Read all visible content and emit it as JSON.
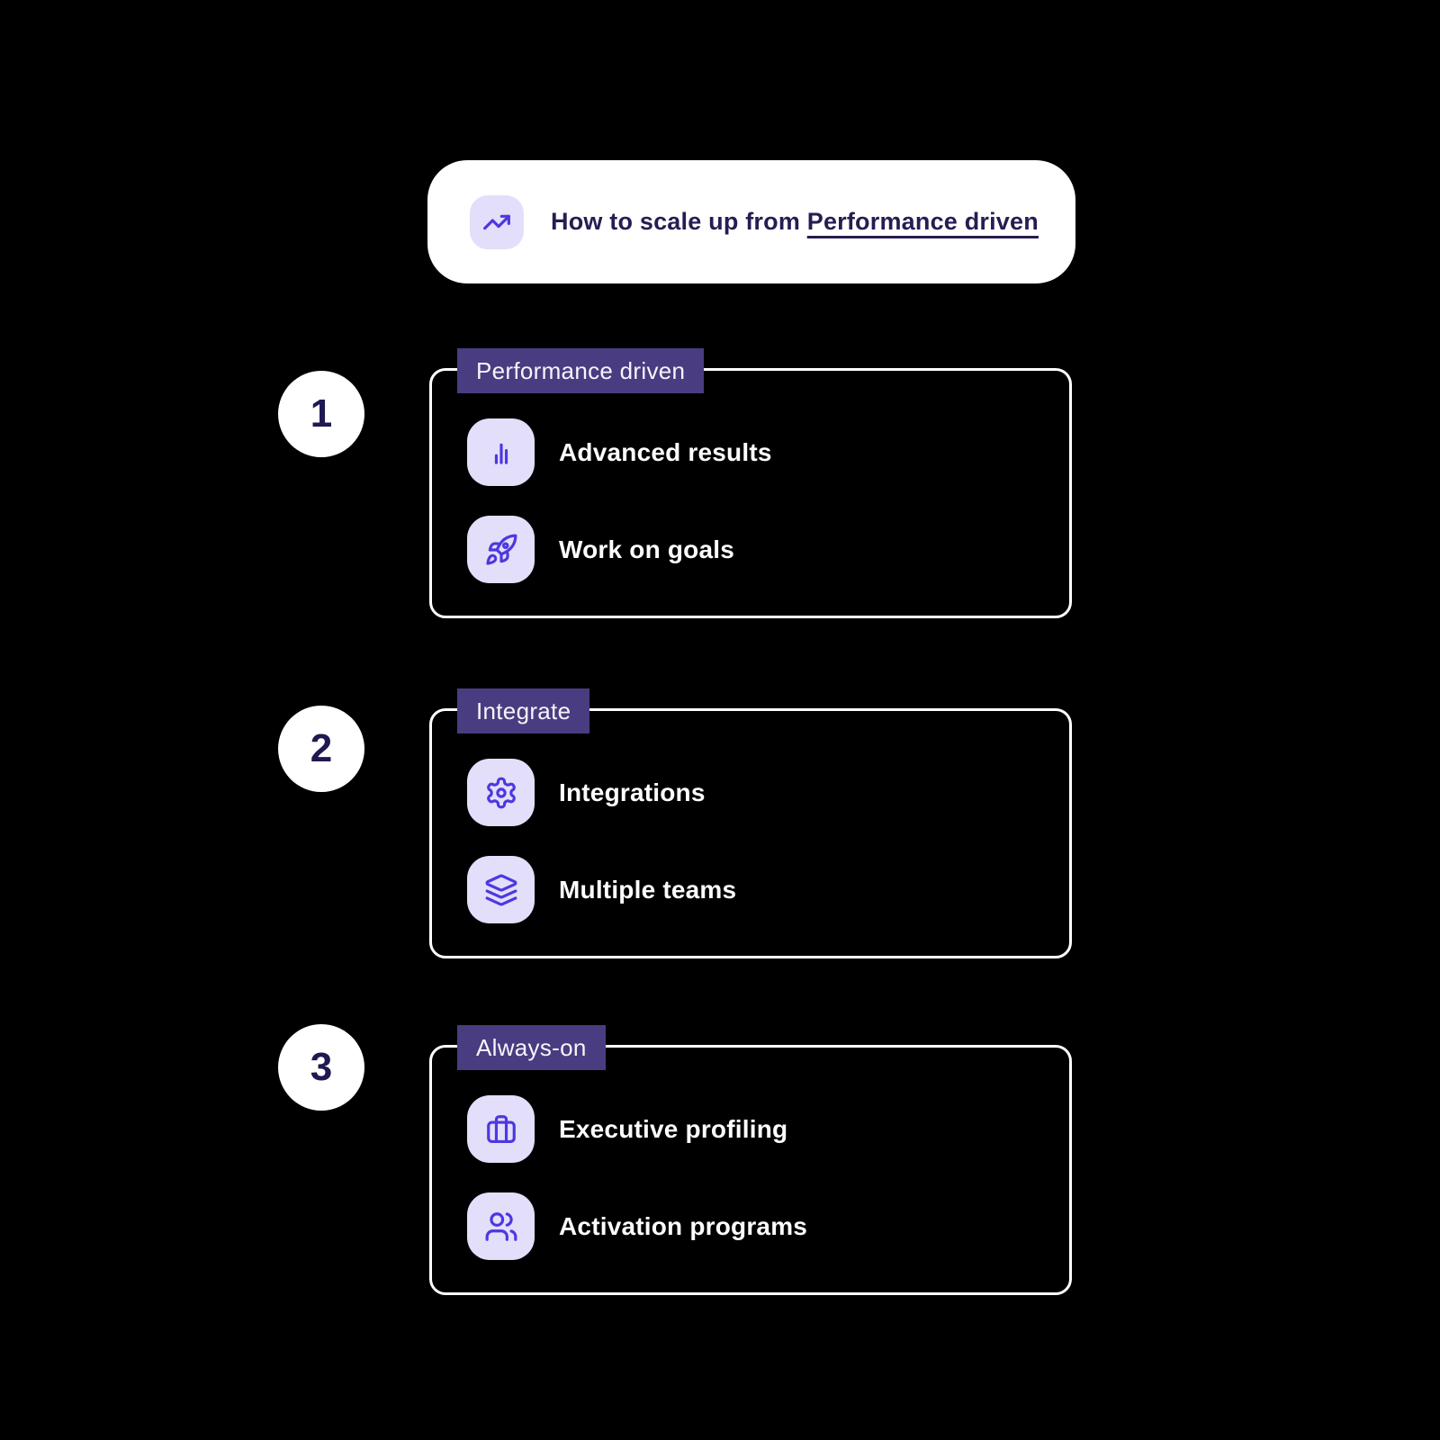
{
  "header": {
    "icon": "trending-up-icon",
    "title_prefix": "How to scale up from ",
    "title_link": "Performance driven"
  },
  "sections": [
    {
      "number": "1",
      "tab": "Performance driven",
      "items": [
        {
          "icon": "bar-chart-icon",
          "label": "Advanced results"
        },
        {
          "icon": "rocket-icon",
          "label": "Work on goals"
        }
      ]
    },
    {
      "number": "2",
      "tab": "Integrate",
      "items": [
        {
          "icon": "gear-icon",
          "label": "Integrations"
        },
        {
          "icon": "layers-icon",
          "label": "Multiple teams"
        }
      ]
    },
    {
      "number": "3",
      "tab": "Always-on",
      "items": [
        {
          "icon": "briefcase-icon",
          "label": "Executive profiling"
        },
        {
          "icon": "users-icon",
          "label": "Activation programs"
        }
      ]
    }
  ],
  "colors": {
    "background": "#000000",
    "card_background": "#ffffff",
    "accent_indigo": "#4c38e0",
    "tab_purple": "#4a3c80",
    "tile_lavender": "#e3defa",
    "navy_text": "#241e52",
    "item_text": "#ffffff"
  }
}
